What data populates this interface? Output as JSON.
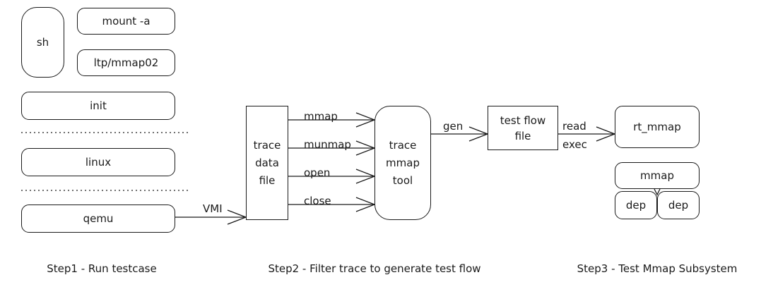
{
  "step1": {
    "boxes": {
      "sh": "sh",
      "mount": "mount -a",
      "ltp": "ltp/mmap02",
      "init": "init",
      "linux": "linux",
      "qemu": "qemu"
    },
    "caption": "Step1 - Run testcase"
  },
  "step2": {
    "vmi_label": "VMI",
    "trace_data_file": "trace\ndata\nfile",
    "arrows": [
      "mmap",
      "munmap",
      "open",
      "close"
    ],
    "trace_mmap_tool": "trace\nmmap\ntool",
    "caption": "Step2 - Filter trace to generate test flow"
  },
  "step3": {
    "gen_label": "gen",
    "test_flow_file": "test flow\nfile",
    "read_label": "read",
    "exec_label": "exec",
    "rt_mmap": "rt_mmap",
    "mmap": "mmap",
    "dep1": "dep",
    "dep2": "dep",
    "caption": "Step3 - Test Mmap Subsystem"
  }
}
